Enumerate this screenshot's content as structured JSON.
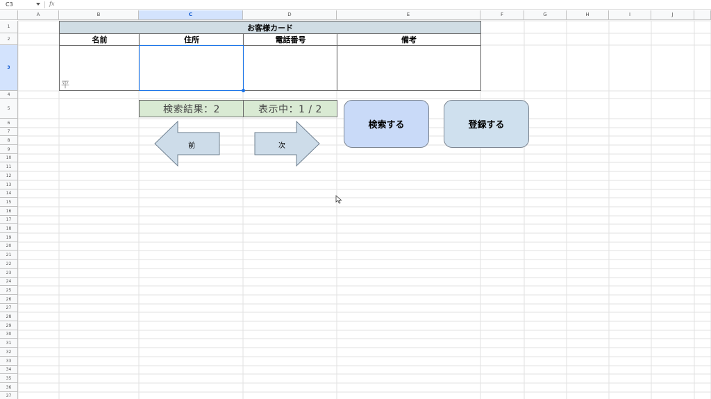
{
  "namebox": "C3",
  "formula_icon": "fx",
  "columns": [
    "A",
    "B",
    "C",
    "D",
    "E",
    "F",
    "G",
    "H",
    "I",
    "J"
  ],
  "selected_column": "C",
  "rows": [
    "1",
    "2",
    "3",
    "4",
    "5",
    "6",
    "7",
    "8",
    "9",
    "10",
    "11",
    "12",
    "13",
    "14",
    "15",
    "16",
    "17",
    "18",
    "19",
    "20",
    "21",
    "22",
    "23",
    "24",
    "25",
    "26",
    "27",
    "28",
    "29",
    "30",
    "31",
    "32",
    "33",
    "34",
    "35",
    "36",
    "37"
  ],
  "selected_row": "3",
  "card": {
    "title": "お客様カード",
    "headers": [
      "名前",
      "住所",
      "電話番号",
      "備考"
    ],
    "input_char": "平"
  },
  "search_result": "検索結果：2",
  "showing": "表示中：1 / 2",
  "prev_label": "前",
  "next_label": "次",
  "search_button": "検索する",
  "register_button": "登録する",
  "colors": {
    "title_bg": "#d0dde4",
    "info_bg": "#d9ead3",
    "arrow_fill": "#cddce9",
    "search_btn": "#c9daf8",
    "register_btn": "#cfe0ee",
    "selection": "#1a73e8"
  }
}
